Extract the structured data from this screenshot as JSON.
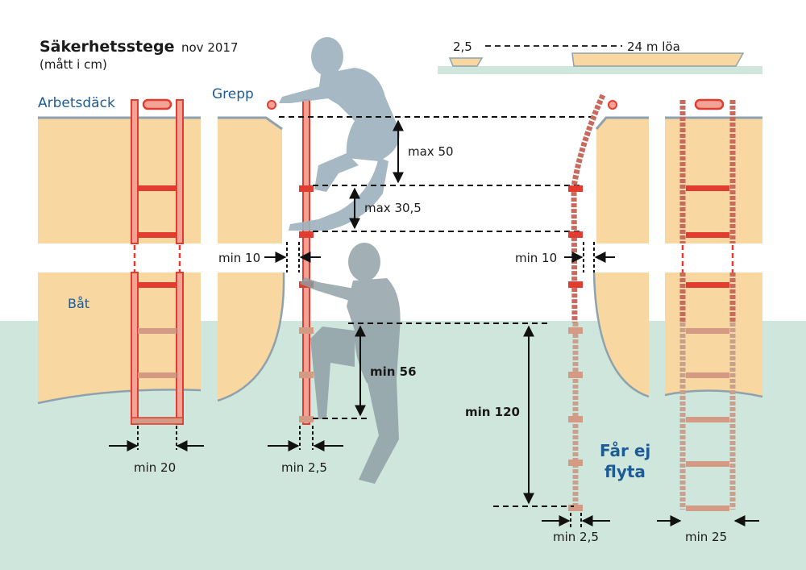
{
  "header": {
    "title": "Säkerhetsstege",
    "date": "nov 2017",
    "units": "(mått i cm)"
  },
  "labels": {
    "work_deck": "Arbetsdäck",
    "grip": "Grepp",
    "boat": "Båt",
    "must_not_float_line1": "Får ej",
    "must_not_float_line2": "flyta"
  },
  "boat_scale": {
    "small": "2,5",
    "large": "24 m löa"
  },
  "measurements": {
    "max_50": "max 50",
    "max_30_5": "max 30,5",
    "min_10_left": "min 10",
    "min_10_right": "min 10",
    "min_56": "min 56",
    "min_120": "min 120",
    "min_20": "min 20",
    "min_2_5_left": "min 2,5",
    "min_2_5_right": "min 2,5",
    "min_25": "min 25"
  },
  "colors": {
    "water": "#cfe6dc",
    "hull": "#f9d7a1",
    "ladder": "#e23b2f",
    "ladder_light": "#f3a396",
    "rope": "#c86a5e",
    "rope_under": "#c9a08e",
    "figure": "#9fb3be",
    "figure_under": "#8e9ea4",
    "text_blue": "#1d5b95",
    "deck_line": "#8ea2ae"
  }
}
